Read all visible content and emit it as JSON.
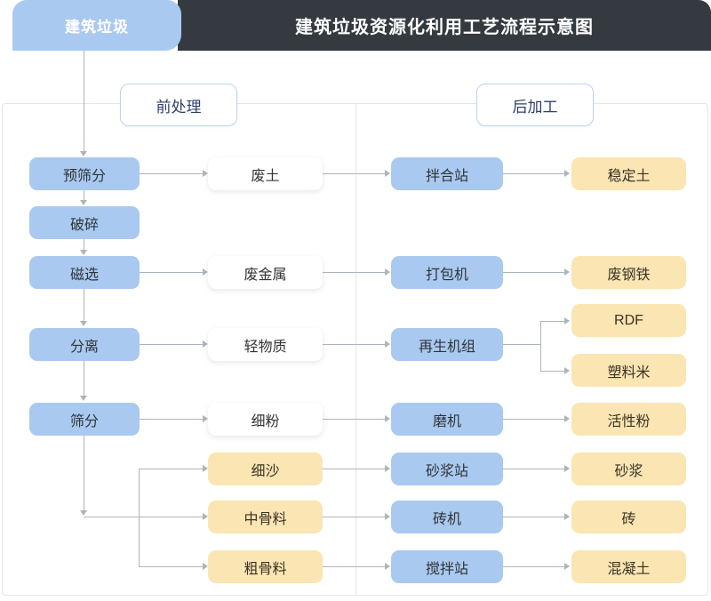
{
  "header": {
    "tab_label": "建筑垃圾",
    "title": "建筑垃圾资源化利用工艺流程示意图",
    "tab_color": "#a9c9f0",
    "bar_color": "#343a40"
  },
  "sections": {
    "pre": {
      "label": "前处理"
    },
    "post": {
      "label": "后加工"
    }
  },
  "palette": {
    "blue": "#a9c9f0",
    "yellow": "#fbe5b2",
    "white": "#ffffff",
    "line": "#aeb4bb",
    "panel_border": "#e3e6ea"
  },
  "columns": {
    "process": [
      {
        "label": "预筛分"
      },
      {
        "label": "破碎"
      },
      {
        "label": "磁选"
      },
      {
        "label": "分离"
      },
      {
        "label": "筛分"
      }
    ],
    "intermediate": [
      {
        "label": "废土",
        "style": "white"
      },
      {
        "label": "废金属",
        "style": "white"
      },
      {
        "label": "轻物质",
        "style": "white"
      },
      {
        "label": "细粉",
        "style": "white"
      },
      {
        "label": "细沙",
        "style": "yellow"
      },
      {
        "label": "中骨料",
        "style": "yellow"
      },
      {
        "label": "粗骨料",
        "style": "yellow"
      }
    ],
    "equipment": [
      {
        "label": "拌合站"
      },
      {
        "label": "打包机"
      },
      {
        "label": "再生机组"
      },
      {
        "label": "磨机"
      },
      {
        "label": "砂浆站"
      },
      {
        "label": "砖机"
      },
      {
        "label": "搅拌站"
      }
    ],
    "product": [
      {
        "label": "稳定土"
      },
      {
        "label": "废钢铁"
      },
      {
        "label": "RDF"
      },
      {
        "label": "塑料米"
      },
      {
        "label": "活性粉"
      },
      {
        "label": "砂浆"
      },
      {
        "label": "砖"
      },
      {
        "label": "混凝土"
      }
    ]
  }
}
